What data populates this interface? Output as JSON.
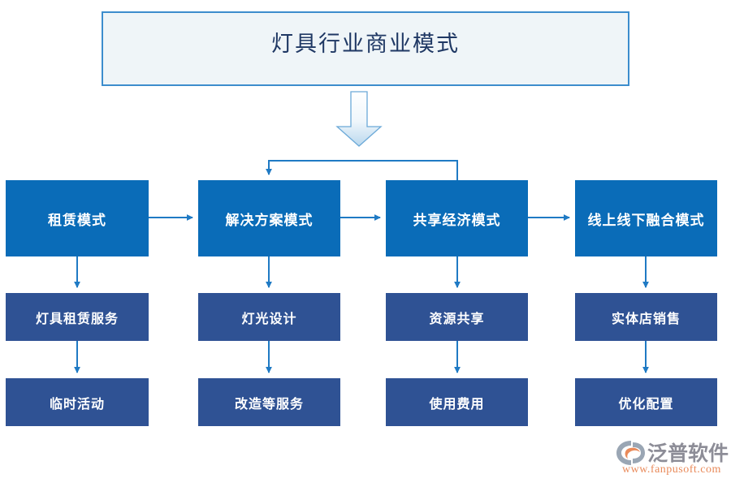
{
  "diagram": {
    "title": "灯具行业商业模式",
    "colors": {
      "title_border": "#3c8dcd",
      "title_fill": "#eff5f8",
      "title_text": "#1f3864",
      "level1_fill": "#0a6cb8",
      "level2_fill": "#2f5294",
      "connector": "#1f7ac4",
      "block_arrow_border": "#6ba9d8"
    },
    "columns": [
      {
        "level1": "租赁模式",
        "level2": "灯具租赁服务",
        "level3": "临时活动"
      },
      {
        "level1": "解决方案模式",
        "level2": "灯光设计",
        "level3": "改造等服务"
      },
      {
        "level1": "共享经济模式",
        "level2": "资源共享",
        "level3": "使用费用"
      },
      {
        "level1": "线上线下融合模式",
        "level2": "实体店销售",
        "level3": "优化配置"
      }
    ]
  },
  "watermark": {
    "brand": "泛普软件",
    "url": "www.fanpusoft.com",
    "mark_icon": "fanpu-logo-icon"
  }
}
